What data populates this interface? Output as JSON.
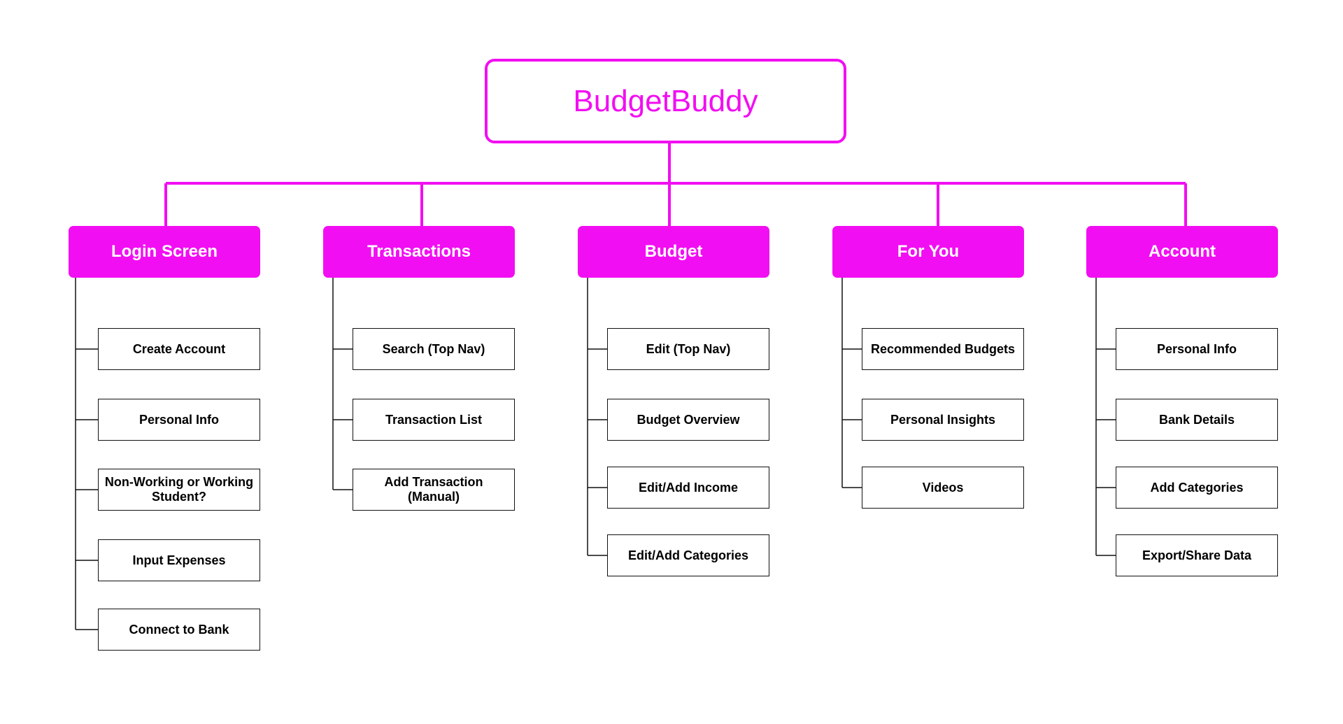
{
  "root": {
    "title": "BudgetBuddy"
  },
  "colors": {
    "accent": "#f20ef2",
    "line": "#111111",
    "background": "#ffffff"
  },
  "categories": [
    {
      "label": "Login Screen",
      "items": [
        "Create Account",
        "Personal Info",
        "Non-Working or Working Student?",
        "Input Expenses",
        "Connect to Bank"
      ]
    },
    {
      "label": "Transactions",
      "items": [
        "Search (Top Nav)",
        "Transaction List",
        "Add Transaction (Manual)"
      ]
    },
    {
      "label": "Budget",
      "items": [
        "Edit (Top Nav)",
        "Budget Overview",
        "Edit/Add Income",
        "Edit/Add Categories"
      ]
    },
    {
      "label": "For You",
      "items": [
        "Recommended Budgets",
        "Personal Insights",
        "Videos"
      ]
    },
    {
      "label": "Account",
      "items": [
        "Personal Info",
        "Bank Details",
        "Add Categories",
        "Export/Share Data"
      ]
    }
  ]
}
